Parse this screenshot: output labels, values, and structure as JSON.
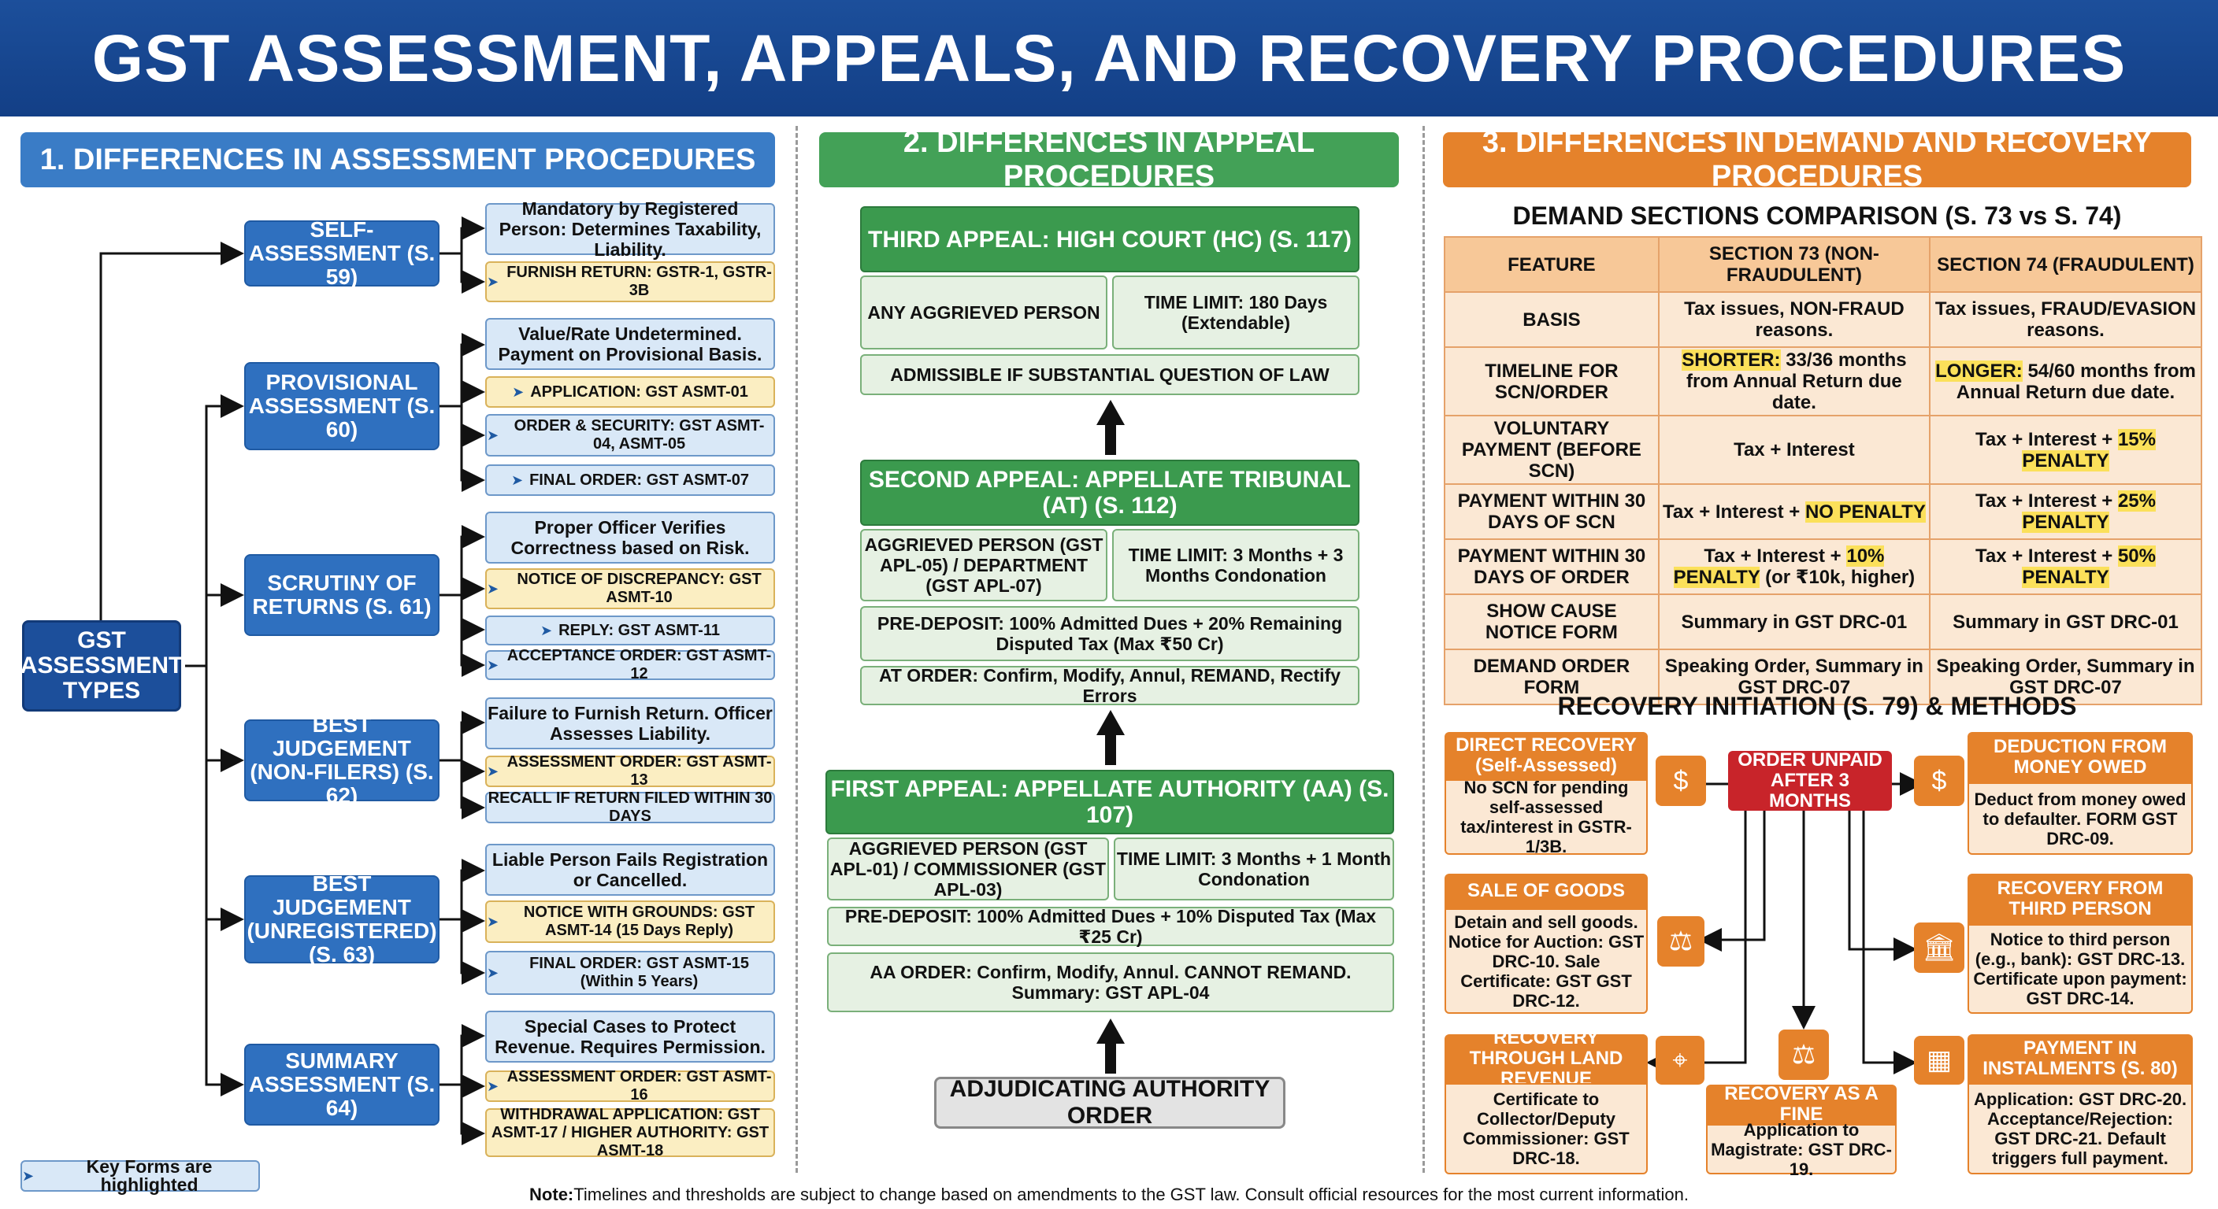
{
  "title": "GST ASSESSMENT, APPEALS, AND RECOVERY PROCEDURES",
  "sections": {
    "assessment": "1. DIFFERENCES IN ASSESSMENT PROCEDURES",
    "appeal": "2. DIFFERENCES IN APPEAL PROCEDURES",
    "recovery": "3. DIFFERENCES IN DEMAND AND RECOVERY PROCEDURES"
  },
  "assessment": {
    "root": "GST ASSESSMENT TYPES",
    "types": [
      {
        "label": "SELF-ASSESSMENT (S. 59)",
        "desc": "Mandatory by Registered Person: Determines Taxability, Liability.",
        "forms": [
          {
            "text": "FURNISH RETURN: GSTR-1, GSTR-3B",
            "key": true
          }
        ]
      },
      {
        "label": "PROVISIONAL ASSESSMENT (S. 60)",
        "desc": "Value/Rate Undetermined. Payment on Provisional Basis.",
        "forms": [
          {
            "text": "APPLICATION: GST ASMT-01",
            "key": true
          },
          {
            "text": "ORDER & SECURITY: GST ASMT-04, ASMT-05",
            "key": false
          },
          {
            "text": "FINAL ORDER: GST ASMT-07",
            "key": false
          }
        ]
      },
      {
        "label": "SCRUTINY OF RETURNS (S. 61)",
        "desc": "Proper Officer Verifies Correctness based on Risk.",
        "forms": [
          {
            "text": "NOTICE OF DISCREPANCY: GST ASMT-10",
            "key": true
          },
          {
            "text": "REPLY: GST ASMT-11",
            "key": false
          },
          {
            "text": "ACCEPTANCE ORDER: GST ASMT-12",
            "key": false
          }
        ]
      },
      {
        "label": "BEST JUDGEMENT (NON-FILERS) (S. 62)",
        "desc": "Failure to Furnish Return. Officer Assesses Liability.",
        "forms": [
          {
            "text": "ASSESSMENT ORDER: GST ASMT-13",
            "key": true
          },
          {
            "text": "RECALL IF RETURN FILED WITHIN 30 DAYS",
            "key": false
          }
        ]
      },
      {
        "label": "BEST JUDGEMENT (UNREGISTERED) (S. 63)",
        "desc": "Liable Person Fails Registration or Cancelled.",
        "forms": [
          {
            "text": "NOTICE WITH GROUNDS: GST ASMT-14 (15 Days Reply)",
            "key": true
          },
          {
            "text": "FINAL ORDER: GST ASMT-15 (Within 5 Years)",
            "key": false
          }
        ]
      },
      {
        "label": "SUMMARY ASSESSMENT (S. 64)",
        "desc": "Special Cases to Protect Revenue. Requires Permission.",
        "forms": [
          {
            "text": "ASSESSMENT ORDER: GST ASMT-16",
            "key": true
          },
          {
            "text": "WITHDRAWAL APPLICATION: GST ASMT-17 / HIGHER AUTHORITY: GST ASMT-18",
            "key": true
          }
        ]
      }
    ],
    "legend": "Key Forms are highlighted"
  },
  "appeal": {
    "third": {
      "title": "THIRD APPEAL: HIGH COURT (HC) (S. 117)",
      "who": "ANY AGGRIEVED PERSON",
      "time": "TIME LIMIT: 180 Days (Extendable)",
      "note": "ADMISSIBLE IF SUBSTANTIAL QUESTION OF LAW"
    },
    "second": {
      "title": "SECOND APPEAL: APPELLATE TRIBUNAL (AT) (S. 112)",
      "who": "AGGRIEVED PERSON (GST APL-05) / DEPARTMENT (GST APL-07)",
      "time": "TIME LIMIT: 3 Months + 3 Months Condonation",
      "deposit": "PRE-DEPOSIT: 100% Admitted Dues + 20% Remaining Disputed Tax (Max ₹50 Cr)",
      "order": "AT ORDER: Confirm, Modify, Annul, REMAND, Rectify Errors"
    },
    "first": {
      "title": "FIRST APPEAL: APPELLATE AUTHORITY (AA) (S. 107)",
      "who": "AGGRIEVED PERSON (GST APL-01) / COMMISSIONER (GST APL-03)",
      "time": "TIME LIMIT: 3 Months + 1 Month Condonation",
      "deposit": "PRE-DEPOSIT: 100% Admitted Dues + 10% Disputed Tax (Max ₹25 Cr)",
      "order": "AA ORDER: Confirm, Modify, Annul. CANNOT REMAND. Summary: GST APL-04"
    },
    "base": "ADJUDICATING AUTHORITY ORDER"
  },
  "demand": {
    "heading": "DEMAND SECTIONS COMPARISON (S. 73 vs S. 74)",
    "columns": [
      "FEATURE",
      "SECTION 73 (NON-FRAUDULENT)",
      "SECTION 74 (FRAUDULENT)"
    ],
    "rows": [
      {
        "feature": "BASIS",
        "s73": "Tax issues, NON-FRAUD reasons.",
        "s74": "Tax issues, FRAUD/EVASION reasons."
      },
      {
        "feature": "TIMELINE FOR SCN/ORDER",
        "s73_hl": "SHORTER:",
        "s73": " 33/36 months from Annual Return due date.",
        "s74_hl": "LONGER:",
        "s74": " 54/60 months from Annual Return due date."
      },
      {
        "feature": "VOLUNTARY PAYMENT (BEFORE SCN)",
        "s73": "Tax + Interest",
        "s74": "Tax + Interest + ",
        "s74_hl2": "15% PENALTY"
      },
      {
        "feature": "PAYMENT WITHIN 30 DAYS OF SCN",
        "s73": "Tax + Interest + ",
        "s73_hl2": "NO PENALTY",
        "s74": "Tax + Interest + ",
        "s74_hl2": "25% PENALTY"
      },
      {
        "feature": "PAYMENT WITHIN 30 DAYS OF ORDER",
        "s73": "Tax + Interest + ",
        "s73_hl2": "10% PENALTY",
        "s73_tail": " (or ₹10k, higher)",
        "s74": "Tax + Interest + ",
        "s74_hl2": "50% PENALTY"
      },
      {
        "feature": "SHOW CAUSE NOTICE FORM",
        "s73": "Summary in GST DRC-01",
        "s74": "Summary in GST DRC-01"
      },
      {
        "feature": "DEMAND ORDER FORM",
        "s73": "Speaking Order, Summary in GST DRC-07",
        "s74": "Speaking Order, Summary in GST DRC-07"
      }
    ]
  },
  "recovery": {
    "heading": "RECOVERY INITIATION (S. 79) & METHODS",
    "center": "ORDER UNPAID AFTER 3 MONTHS",
    "methods": [
      {
        "title": "DIRECT RECOVERY (Self-Assessed)",
        "body": "No SCN for pending self-assessed tax/interest in GSTR-1/3B.",
        "icon": "hand-coin-icon"
      },
      {
        "title": "SALE OF GOODS",
        "body": "Detain and sell goods. Notice for Auction: GST DRC-10. Sale Certificate: GST GST DRC-12.",
        "icon": "gavel-icon"
      },
      {
        "title": "RECOVERY THROUGH LAND REVENUE",
        "body": "Certificate to Collector/Deputy Commissioner: GST DRC-18.",
        "icon": "map-pin-icon"
      },
      {
        "title": "RECOVERY AS A FINE",
        "body": "Application to Magistrate: GST DRC-19.",
        "icon": "gavel-icon"
      },
      {
        "title": "DEDUCTION FROM MONEY OWED",
        "body": "Deduct from money owed to defaulter. FORM GST DRC-09.",
        "icon": "coins-icon"
      },
      {
        "title": "RECOVERY FROM THIRD PERSON",
        "body": "Notice to third person (e.g., bank): GST DRC-13. Certificate upon payment: GST DRC-14.",
        "icon": "bank-icon"
      },
      {
        "title": "PAYMENT IN INSTALMENTS (S. 80)",
        "body": "Application: GST DRC-20. Acceptance/Rejection: GST DRC-21. Default triggers full payment.",
        "icon": "calendar-icon"
      }
    ]
  },
  "footer": {
    "bold": "Note:",
    "text": " Timelines and thresholds are subject to change based on amendments to the GST law. Consult official resources for the most current information."
  }
}
